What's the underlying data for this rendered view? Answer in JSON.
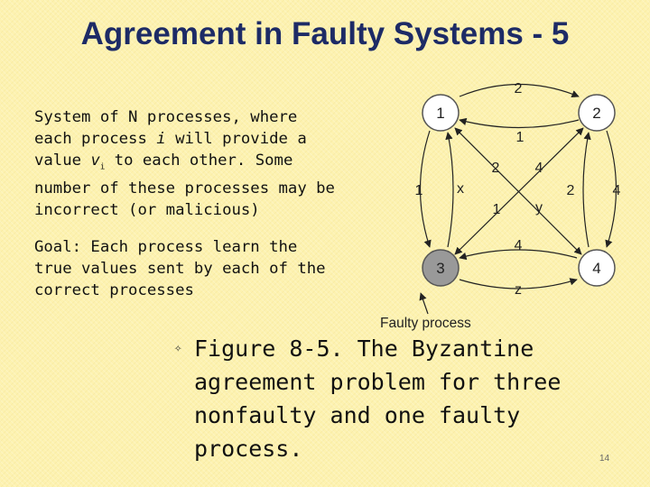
{
  "slide": {
    "title": "Agreement in Faulty Systems - 5",
    "description": {
      "part1": "System of N processes, where each process ",
      "i": "i",
      "part2": " will provide a value ",
      "v": "v",
      "v_sub": "i",
      "part3": " to each other.  Some number of these processes may be incorrect (or malicious)"
    },
    "goal": "Goal:  Each process learn the true values sent by each of the correct processes",
    "caption": "Figure 8-5. The Byzantine agreement problem for three nonfaulty and one faulty process.",
    "page_number": "14"
  },
  "diagram": {
    "nodes": [
      {
        "id": "1",
        "label": "1",
        "fill": "#ffffff"
      },
      {
        "id": "2",
        "label": "2",
        "fill": "#ffffff"
      },
      {
        "id": "3",
        "label": "3",
        "fill": "#999999"
      },
      {
        "id": "4",
        "label": "4",
        "fill": "#ffffff"
      }
    ],
    "edge_labels": {
      "top_outer": "2",
      "top_inner": "1",
      "left_outer": "1",
      "left_inner": "x",
      "right_inner": "2",
      "right_outer": "4",
      "center_top_left": "2",
      "center_top_right": "4",
      "center_bottom_left": "1",
      "center_bottom_right": "y",
      "bottom_inner": "4",
      "bottom_outer": "z"
    },
    "faulty_label": "Faulty process"
  },
  "colors": {
    "title": "#1d2b66",
    "background": "#fdf2b0",
    "faulty_node": "#999999"
  }
}
